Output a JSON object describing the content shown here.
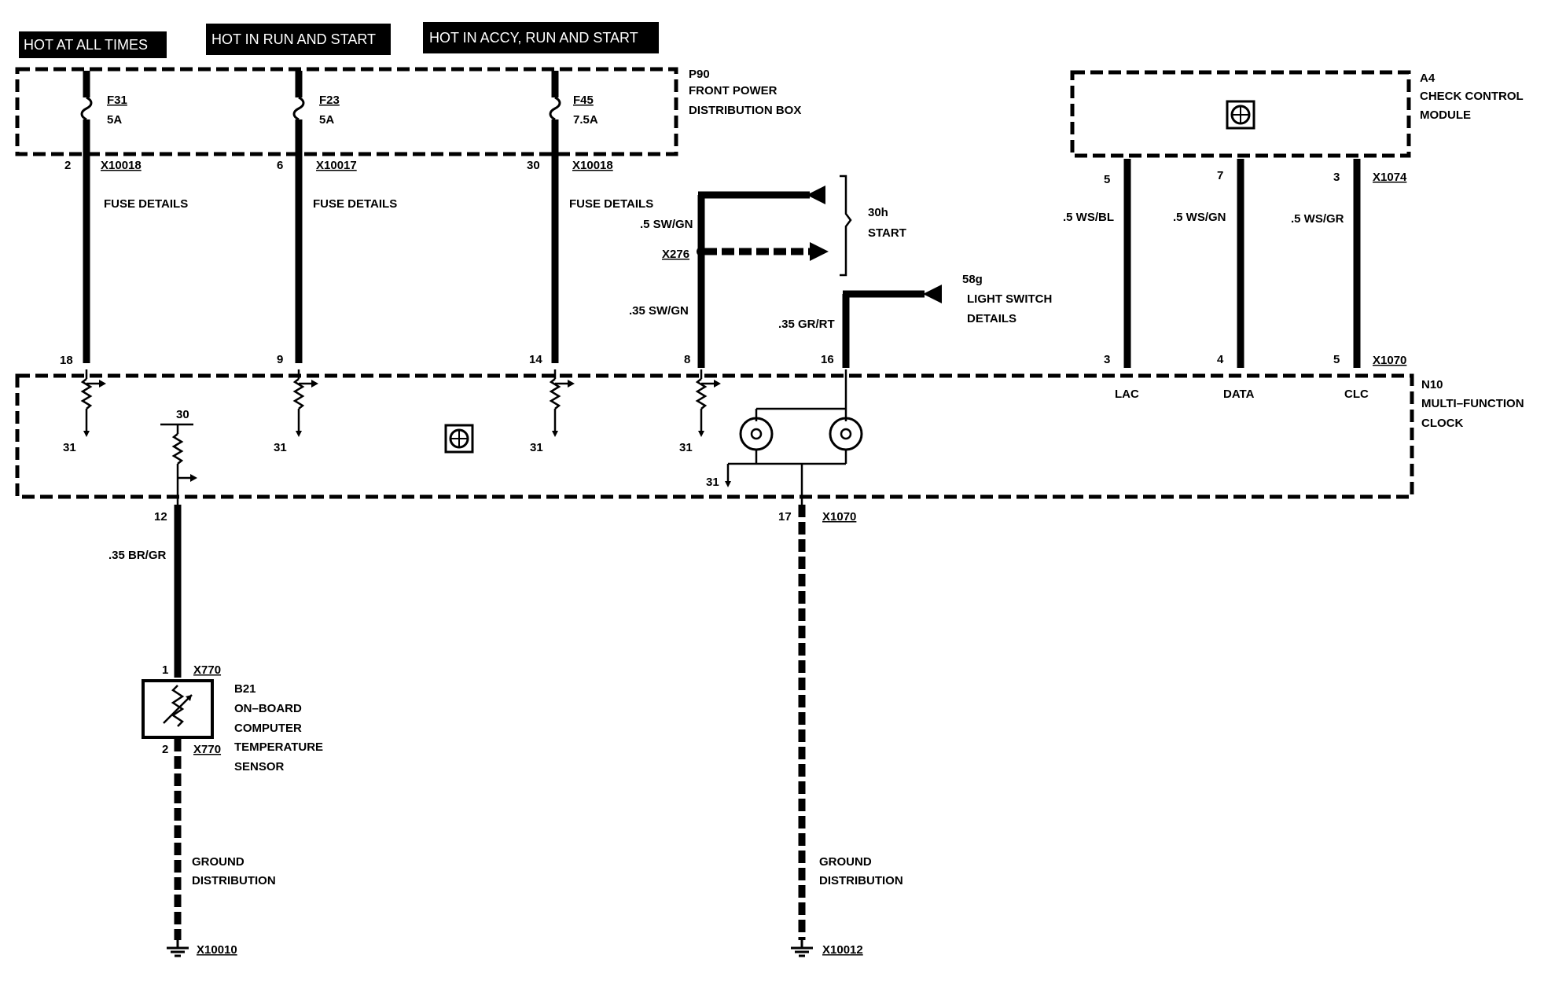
{
  "headers": {
    "hot_all_times": "HOT AT ALL TIMES",
    "hot_run_start": "HOT IN RUN AND START",
    "hot_accy_run_start": "HOT IN ACCY, RUN AND START"
  },
  "p90": {
    "id": "P90",
    "name_line1": "FRONT POWER",
    "name_line2": "DISTRIBUTION BOX",
    "fuses": [
      {
        "id": "F31",
        "rating": "5A",
        "pin": "2",
        "connector": "X10018",
        "details": "FUSE DETAILS"
      },
      {
        "id": "F23",
        "rating": "5A",
        "pin": "6",
        "connector": "X10017",
        "details": "FUSE DETAILS"
      },
      {
        "id": "F45",
        "rating": "7.5A",
        "pin": "30",
        "connector": "X10018",
        "details": "FUSE DETAILS"
      }
    ]
  },
  "a4": {
    "id": "A4",
    "name_line1": "CHECK CONTROL",
    "name_line2": "MODULE",
    "connector": "X1074",
    "pins": [
      {
        "pin": "5",
        "wire": ".5 WS/BL"
      },
      {
        "pin": "7",
        "wire": ".5 WS/GN"
      },
      {
        "pin": "3",
        "wire": ".5 WS/GR"
      }
    ]
  },
  "start": {
    "wire_top": ".5 SW/GN",
    "splice": "X276",
    "wire_bottom": ".35 SW/GN",
    "terminal": "30h",
    "label": "START"
  },
  "light": {
    "terminal": "58g",
    "label_line1": "LIGHT SWITCH",
    "label_line2": "DETAILS",
    "wire": ".35 GR/RT"
  },
  "n10": {
    "id": "N10",
    "name_line1": "MULTI–FUNCTION",
    "name_line2": "CLOCK",
    "connector": "X1070",
    "top_pins": [
      "18",
      "9",
      "14",
      "8",
      "16"
    ],
    "bus_pins": [
      {
        "pin": "3",
        "label": "LAC"
      },
      {
        "pin": "4",
        "label": "DATA"
      },
      {
        "pin": "5",
        "label": "CLC"
      }
    ],
    "ground_term": "31",
    "temp_term": "30",
    "temp_pin": "12",
    "ground_pin": "17",
    "ground_connector": "X1070"
  },
  "temp_wire": ".35 BR/GR",
  "b21": {
    "id": "B21",
    "line1": "ON–BOARD",
    "line2": "COMPUTER",
    "line3": "TEMPERATURE",
    "line4": "SENSOR",
    "pin_top": "1",
    "pin_bottom": "2",
    "connector": "X770"
  },
  "grounds": [
    {
      "label_line1": "GROUND",
      "label_line2": "DISTRIBUTION",
      "connector": "X10010"
    },
    {
      "label_line1": "GROUND",
      "label_line2": "DISTRIBUTION",
      "connector": "X10012"
    }
  ],
  "colors": {
    "ink": "#000000",
    "paper": "#ffffff"
  }
}
